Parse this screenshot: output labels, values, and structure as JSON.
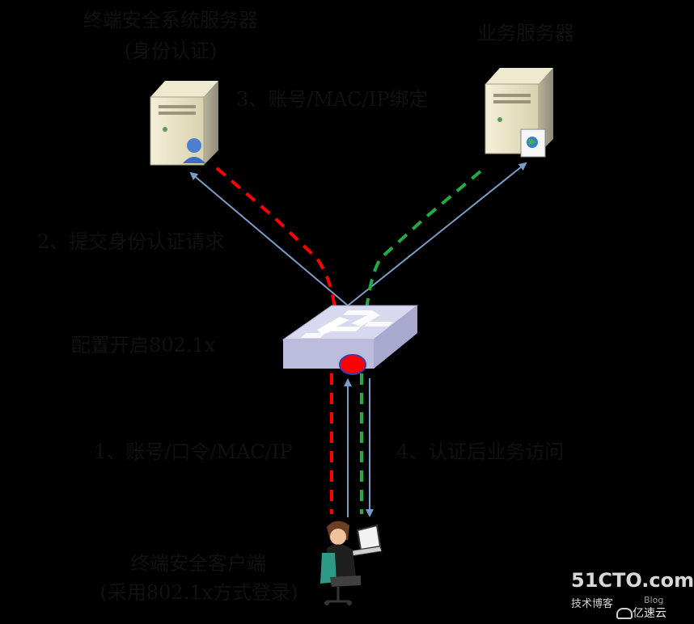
{
  "labels": {
    "auth_server_title": "终端安全系统服务器",
    "auth_server_subtitle": "(身份认证)",
    "business_server_title": "业务服务器",
    "step3": "3、账号/MAC/IP绑定",
    "step2": "2、提交身份认证请求",
    "switch_label": "配置开启802.1x",
    "step1": "1、账号/口令/MAC/IP",
    "step4": "4、认证后业务访问",
    "client_title": "终端安全客户端",
    "client_subtitle": "(采用802.1x方式登录)"
  },
  "watermark": {
    "site": "51CTO.com",
    "tagline": "技术博客",
    "blog": "Blog",
    "brand": "亿速云"
  },
  "colors": {
    "background": "#000000",
    "label_text": "#111111",
    "auth_path": "#ff0000",
    "business_path": "#22aa44",
    "request_arrow": "#7a9cc8",
    "switch_fill": "#c9c9e3",
    "switch_port": "#ff0000"
  },
  "icons": {
    "auth_server": "server-user-icon",
    "business_server": "server-globe-icon",
    "switch": "network-switch-icon",
    "client": "person-laptop-icon"
  }
}
